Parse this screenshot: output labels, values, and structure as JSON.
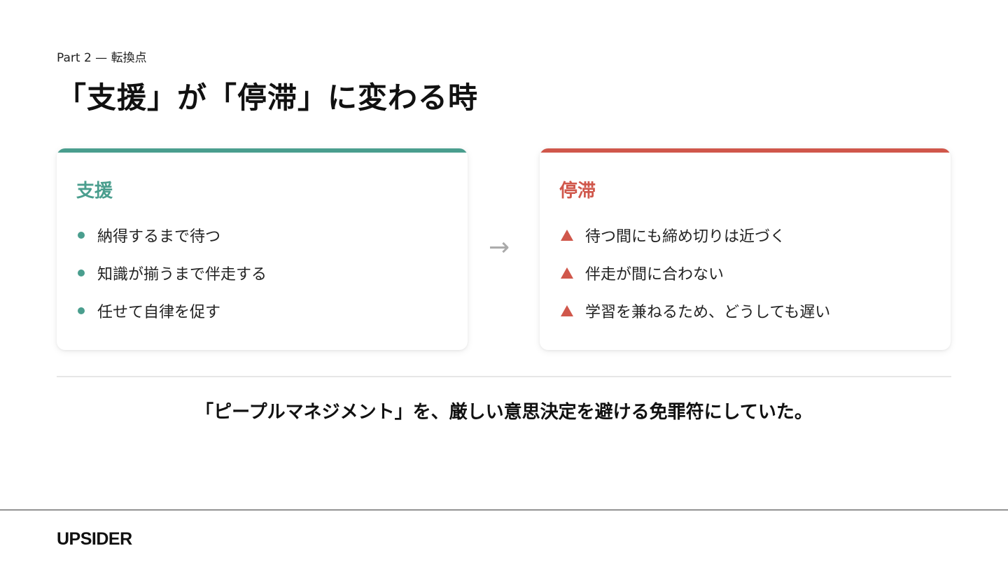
{
  "eyebrow": "Part 2 — 転換点",
  "title": "「支援」が「停滞」に変わる時",
  "colors": {
    "support_accent": "#4a9e8e",
    "stagnation_accent": "#d0574b",
    "arrow": "#aaaaaa"
  },
  "support_card": {
    "title": "支援",
    "bullet_icon": "dot-bullet-icon",
    "items": [
      "納得するまで待つ",
      "知識が揃うまで伴走する",
      "任せて自律を促す"
    ]
  },
  "arrow": "→",
  "stagnation_card": {
    "title": "停滞",
    "bullet_icon": "triangle-warning-icon",
    "items": [
      "待つ間にも締め切りは近づく",
      "伴走が間に合わない",
      "学習を兼ねるため、どうしても遅い"
    ]
  },
  "conclusion": "「ピープルマネジメント」を、厳しい意思決定を避ける免罪符にしていた。",
  "footer": {
    "logo": "UPSIDER"
  }
}
